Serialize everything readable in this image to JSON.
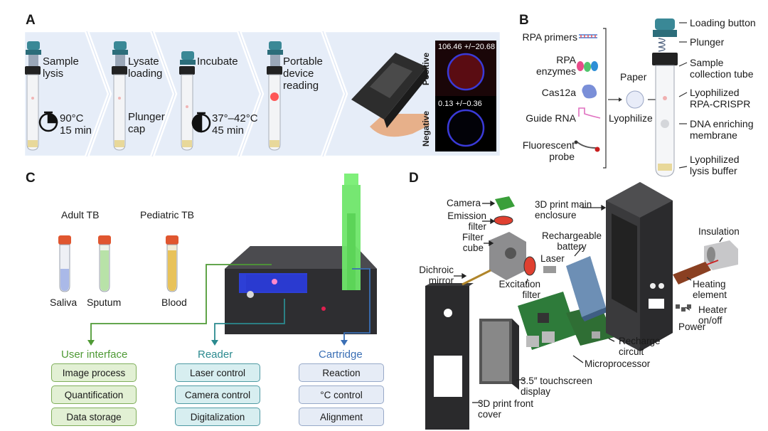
{
  "panel_labels": {
    "a": "A",
    "b": "B",
    "c": "C",
    "d": "D"
  },
  "panel_a": {
    "steps": [
      {
        "label": "Sample lysis",
        "condition_temp": "90°C",
        "condition_time": "15 min"
      },
      {
        "label": "Lysate loading",
        "sub_label": "Plunger cap"
      },
      {
        "label": "Incubate",
        "condition_temp": "37°–42°C",
        "condition_time": "45 min"
      },
      {
        "label": "Portable device reading"
      }
    ],
    "results": [
      {
        "value": "106.46 +/−20.68",
        "side_label": "Positive"
      },
      {
        "value": "0.13 +/−0.36",
        "side_label": "Negative"
      }
    ]
  },
  "panel_b": {
    "reagents": [
      "RPA primers",
      "RPA enzymes",
      "Cas12a",
      "Guide RNA",
      "Fluorescent probe"
    ],
    "paper_label": "Paper",
    "lyophilize_label": "Lyophilize",
    "tube_labels": [
      "Loading button",
      "Plunger",
      "Sample collection tube",
      "Lyophilized RPA-CRISPR",
      "DNA enriching membrane",
      "Lyophilized lysis buffer"
    ]
  },
  "panel_c": {
    "groups": [
      {
        "title": "Adult TB",
        "samples": [
          "Saliva",
          "Sputum"
        ]
      },
      {
        "title": "Pediatric TB",
        "samples": [
          "Blood"
        ]
      }
    ],
    "modules": [
      {
        "title": "User interface",
        "color": "#4f9a35",
        "items": [
          "Image process",
          "Quantification",
          "Data storage"
        ]
      },
      {
        "title": "Reader",
        "color": "#2b8a8f",
        "items": [
          "Laser control",
          "Camera control",
          "Digitalization"
        ]
      },
      {
        "title": "Cartridge",
        "color": "#3a6fb5",
        "items": [
          "Reaction",
          "°C control",
          "Alignment"
        ]
      }
    ]
  },
  "panel_d": {
    "labels": {
      "camera": "Camera",
      "emission_filter": "Emission filter",
      "filter_cube": "Filter cube",
      "dichroic_mirror": "Dichroic mirror",
      "laser": "Laser",
      "excitation_filter": "Excitation filter",
      "main_enclosure": "3D print main enclosure",
      "battery": "Rechargeable battery",
      "insulation": "Insulation",
      "heating_element": "Heating element",
      "heater_switch": "Heater on/off",
      "power": "Power",
      "recharge_circuit": "Recharge circuit",
      "microprocessor": "Microprocessor",
      "touchscreen": "3.5″ touchscreen display",
      "front_cover": "3D print front cover"
    }
  }
}
